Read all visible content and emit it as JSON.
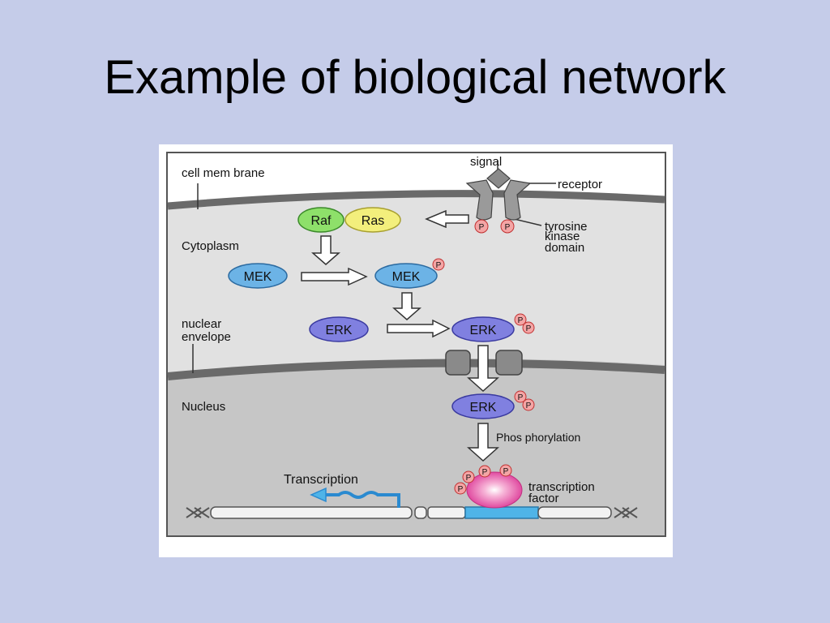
{
  "slide": {
    "title": "Example of biological network"
  },
  "diagram": {
    "labels": {
      "signal": "signal",
      "receptor": "receptor",
      "cell_membrane": "cell mem brane",
      "cytoplasm": "Cytoplasm",
      "tyrosine": "tyrosine",
      "kinase": "kinase",
      "domain": "domain",
      "nuclear": "nuclear",
      "envelope": "envelope",
      "nucleus": "Nucleus",
      "phosphorylation": "Phos phorylation",
      "transcription": "Transcription",
      "transcription_factor_1": "transcription",
      "transcription_factor_2": "factor"
    },
    "proteins": {
      "raf": "Raf",
      "ras": "Ras",
      "mek": "MEK",
      "mek_p": "MEK",
      "erk": "ERK",
      "erk_pp": "ERK",
      "erk_nuc": "ERK"
    },
    "phosphate": "P"
  }
}
